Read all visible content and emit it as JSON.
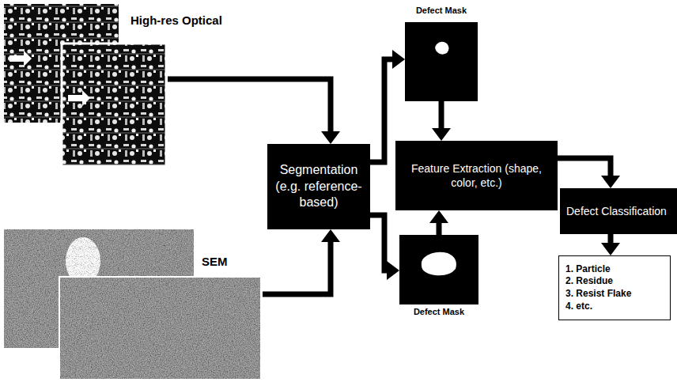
{
  "diagram": {
    "nodes": [
      {
        "text": [
          "High-res Optical"
        ]
      },
      {
        "text": [
          "Defect Mask"
        ]
      },
      {
        "text": [
          "Segmentation (e.g. reference-based)"
        ]
      },
      {
        "text": [
          "Feature Extraction (shape, color, etc.)"
        ]
      },
      {
        "text": [
          "Defect Classification"
        ]
      },
      {
        "text": [
          "SEM"
        ]
      },
      {
        "text": [
          "Defect Mask"
        ]
      },
      {
        "text": [
          "1. Particle",
          "2. Residue",
          "3. Resist Flake",
          "4. etc."
        ]
      }
    ],
    "edges": [
      {
        "from": 0,
        "to": 2,
        "arrow": "to"
      },
      {
        "from": 5,
        "to": 2,
        "arrow": "to"
      },
      {
        "from": 2,
        "to": 1,
        "arrow": "to"
      },
      {
        "from": 2,
        "to": 6,
        "arrow": "to"
      },
      {
        "from": 1,
        "to": 3,
        "arrow": "to"
      },
      {
        "from": 6,
        "to": 3,
        "arrow": "to"
      },
      {
        "from": 3,
        "to": 4,
        "arrow": "to"
      },
      {
        "from": 4,
        "to": 7,
        "arrow": "to"
      }
    ]
  }
}
